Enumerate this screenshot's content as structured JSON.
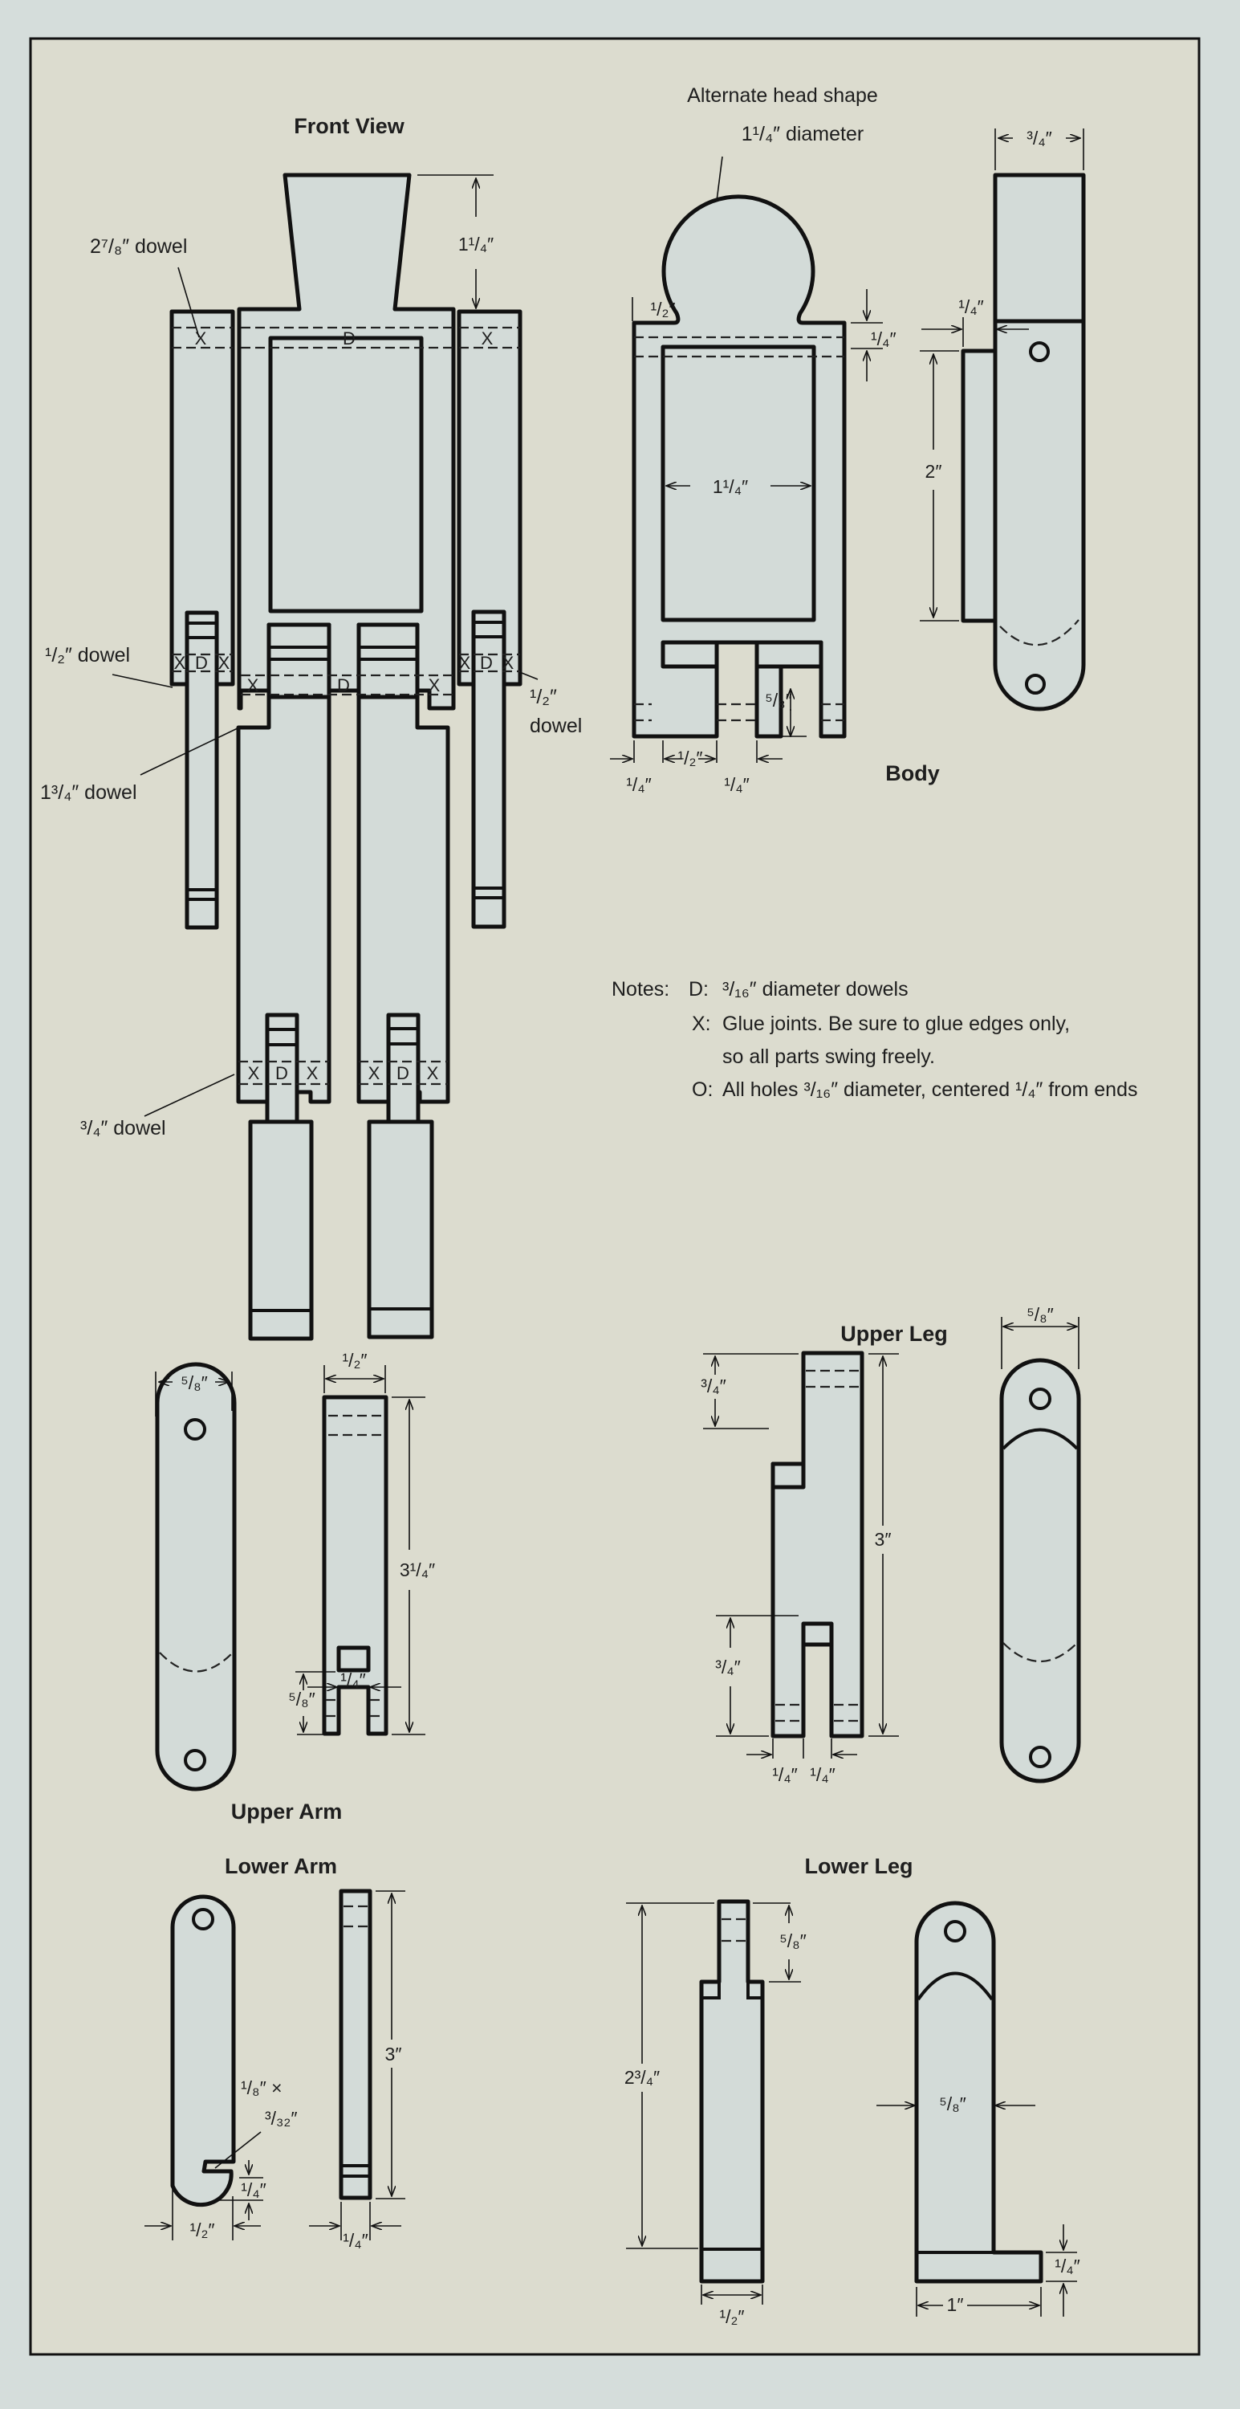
{
  "colors": {
    "page_bg": "#d5dddb",
    "panel_bg": "#dcdccf",
    "part_fill": "#d3dbd8",
    "ink": "#111111"
  },
  "front_view": {
    "title": "Front View",
    "callouts": {
      "shoulder_dowel": "2⁷/₈″ dowel",
      "elbow_dowel_left": "¹/₂″ dowel",
      "elbow_dowel_right_line1": "¹/₂″",
      "elbow_dowel_right_line2": "dowel",
      "hip_dowel": "1³/₄″ dowel",
      "knee_dowel": "³/₄″ dowel"
    },
    "head_height": "1¹/₄″",
    "joint_marks": {
      "dowel": "D",
      "glue": "X"
    }
  },
  "alternate_head": {
    "title": "Alternate head shape",
    "diameter_label": "1¹/₄″ diameter",
    "neck_offset": "¹/₂″",
    "shoulder_band": "¹/₄″"
  },
  "body": {
    "title": "Body",
    "inner_width": "1¹/₄″",
    "slot_depth": "⁵/₈″",
    "bottom_dims": [
      "¹/₄″",
      "¹/₂″",
      "¹/₄″"
    ],
    "side_width": "³/₄″",
    "side_step": "¹/₄″",
    "side_height": "2″"
  },
  "notes": {
    "heading": "Notes:",
    "items": [
      {
        "key": "D:",
        "text": "³/₁₆″ diameter dowels"
      },
      {
        "key": "X:",
        "text": "Glue joints. Be sure to glue edges only,",
        "text2": "so all parts swing freely."
      },
      {
        "key": "O:",
        "text": "All holes ³/₁₆″ diameter, centered ¹/₄″ from ends"
      }
    ]
  },
  "upper_arm": {
    "title": "Upper Arm",
    "side_width": "⁵/₈″",
    "front_width": "¹/₂″",
    "length": "3¹/₄″",
    "slot_depth": "⁵/₈″",
    "slot_width": "¹/₄″"
  },
  "upper_leg": {
    "title": "Upper Leg",
    "top_step": "³/₄″",
    "length": "3″",
    "slot_depth": "³/₄″",
    "bottom_dims": [
      "¹/₄″",
      "¹/₄″"
    ],
    "side_width": "⁵/₈″"
  },
  "lower_arm": {
    "title": "Lower Arm",
    "notch_label_line1": "¹/₈″ ×",
    "notch_label_line2": "³/₃₂″",
    "notch_offset": "¹/₄″",
    "width": "¹/₂″",
    "length": "3″",
    "thickness": "¹/₄″"
  },
  "lower_leg": {
    "title": "Lower Leg",
    "tenon_length": "⁵/₈″",
    "length": "2³/₄″",
    "front_width": "¹/₂″",
    "side_width": "⁵/₈″",
    "foot_thickness": "¹/₄″",
    "foot_length": "1″"
  }
}
